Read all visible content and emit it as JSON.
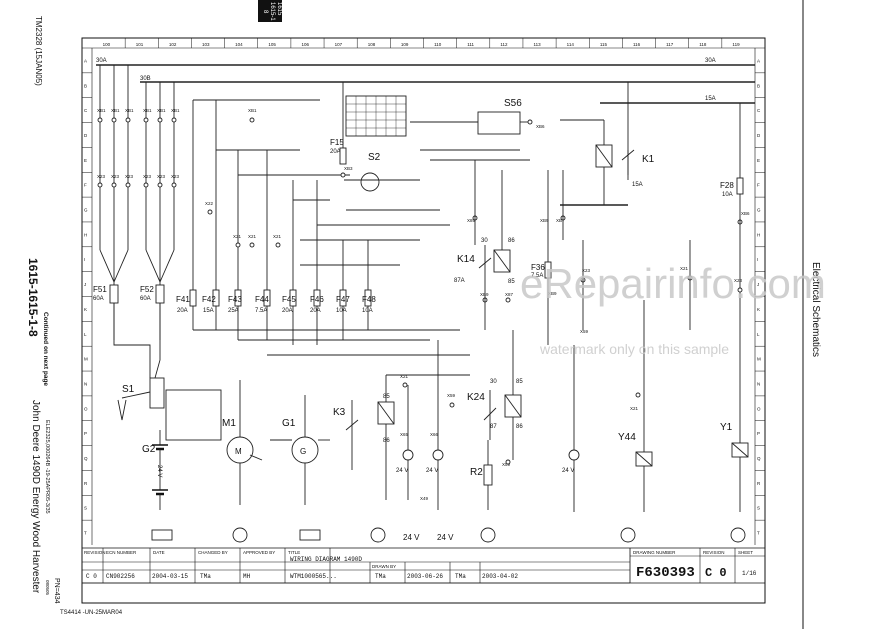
{
  "margin_left": {
    "doc_code": "TM2328 (15JAN05)",
    "model_page": "1615-1615-1-8",
    "continued": "Continued on next page",
    "title": "John Deere 1490D Energy Wood Harvester",
    "ref_code": "ELE2325,000264B -19-25APR05-3/35",
    "page_num": "PN=434",
    "page_sub": "080505",
    "bottom_code": "TS4414  -UN-25MAR04"
  },
  "tab": {
    "line1": "1615",
    "line2": "1615-1",
    "line3": "8"
  },
  "right_margin": {
    "section": "Electrical Schematics"
  },
  "watermark": {
    "main": "eRepairinfo.com",
    "sub": "watermark only on this sample"
  },
  "grid": {
    "columns": [
      "100",
      "101",
      "102",
      "103",
      "104",
      "105",
      "106",
      "107",
      "108",
      "109",
      "110",
      "111",
      "112",
      "113",
      "114",
      "115",
      "116",
      "117",
      "118",
      "119"
    ],
    "rows": [
      "A",
      "B",
      "C",
      "D",
      "E",
      "F",
      "G",
      "H",
      "I",
      "J",
      "K",
      "L",
      "M",
      "N",
      "O",
      "P",
      "Q",
      "R",
      "S",
      "T"
    ]
  },
  "components": {
    "F51": "F51",
    "F51_rating": "60A",
    "F52": "F52",
    "F52_rating": "60A",
    "F41": "F41",
    "F41_rating": "20A",
    "F42": "F42",
    "F42_rating": "15A",
    "F43": "F43",
    "F43_rating": "25A",
    "F44": "F44",
    "F44_rating": "7.5A",
    "F45": "F45",
    "F45_rating": "20A",
    "F46": "F46",
    "F46_rating": "20A",
    "F47": "F47",
    "F47_rating": "10A",
    "F48": "F48",
    "F48_rating": "10A",
    "F15": "F15",
    "F15_rating": "20A",
    "F28": "F28",
    "F28_rating": "10A",
    "F36": "F36",
    "F36_rating": "7.5A",
    "S1": "S1",
    "S2": "S2",
    "S56": "S56",
    "G1": "G1",
    "G2": "G2",
    "M1": "M1",
    "K1": "K1",
    "K3": "K3",
    "K14": "K14",
    "K24": "K24",
    "R2": "R2",
    "Y1": "Y1",
    "Y44": "Y44",
    "v24a": "24 V",
    "v24b": "24 V",
    "v24c": "24 V",
    "v24d": "24 V"
  },
  "wires": {
    "w30A_a": "30A",
    "w30B": "30B",
    "w30A_b": "30A",
    "w15A": "15A",
    "k87a": "87A",
    "k87b": "87",
    "k30": "30",
    "k85": "85",
    "k86": "86",
    "k87c": "87"
  },
  "connectors": {
    "XB1": "XB1",
    "X23": "X23",
    "X21": "X21",
    "X22": "X22",
    "X59": "X59",
    "X65": "X65",
    "X66": "X66",
    "X49": "X49",
    "X89": "X89",
    "XB3": "XB3",
    "XB6": "XB6",
    "XB7": "XB7",
    "XB9": "XB9",
    "X87": "X87"
  },
  "title_block": {
    "rev_h": "REVISION",
    "item_h": "ECN NUMBER",
    "date_h": "DATE",
    "chg_h": "CHANGED BY",
    "app_h": "APPROVED BY",
    "rev": "C 0",
    "ecn": "CN902256",
    "date": "2004-03-15",
    "changed_by": "TMa",
    "approved_by": "MH",
    "title_h": "TITLE",
    "title": "WIRING DIAGRAM 1490D",
    "drawn_h": "DRAWN BY",
    "drawn_by": "TMa",
    "drawn_date": "2003-06-26",
    "checked_by": "TMa",
    "checked_date": "2003-04-02",
    "file": "WTM1000565...",
    "dwg_h": "DRAWING NUMBER",
    "dwg_no": "F630393",
    "revision_h": "REVISION",
    "revision": "C 0",
    "sheet_h": "SHEET",
    "sheet": "1/16"
  }
}
